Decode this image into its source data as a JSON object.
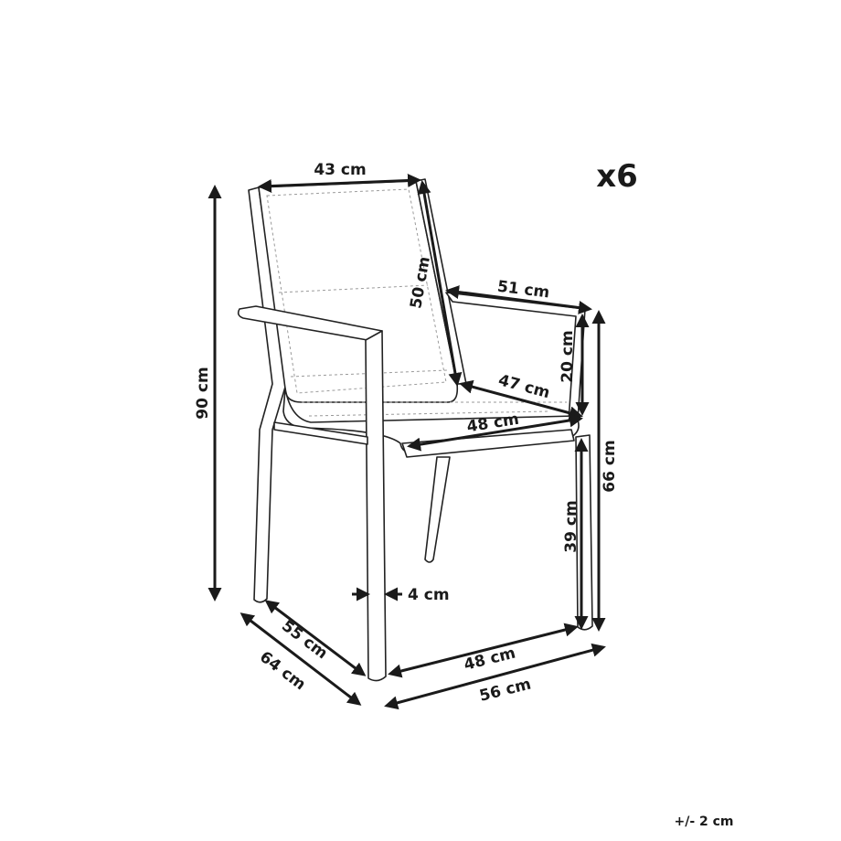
{
  "diagram": {
    "subject": "armchair dimension drawing",
    "quantity_label": "x6",
    "tolerance_label": "+/- 2 cm",
    "dimensions": {
      "backrest_width": "43 cm",
      "backrest_height": "50 cm",
      "armrest_length": "51 cm",
      "armrest_height": "20 cm",
      "seat_depth": "47 cm",
      "seat_width": "48 cm",
      "total_height": "90 cm",
      "arm_height": "66 cm",
      "seat_height": "39 cm",
      "leg_width": "4 cm",
      "leg_depth": "55 cm",
      "total_depth": "64 cm",
      "leg_span_width": "48 cm",
      "total_width": "56 cm"
    },
    "colors": {
      "line": "#1a1a1a",
      "background": "#ffffff",
      "stitching": "#9a9a9a"
    }
  }
}
